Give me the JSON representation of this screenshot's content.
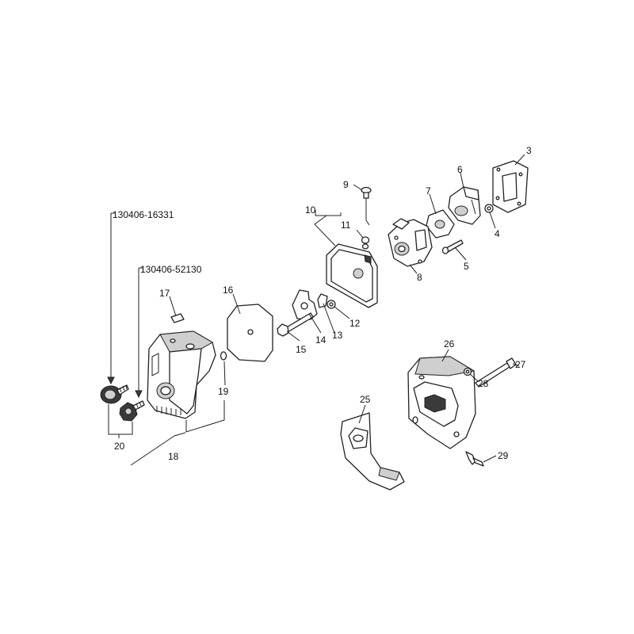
{
  "diagram": {
    "callouts": [
      {
        "id": "c3",
        "text": "3"
      },
      {
        "id": "c4",
        "text": "4"
      },
      {
        "id": "c5",
        "text": "5"
      },
      {
        "id": "c6",
        "text": "6"
      },
      {
        "id": "c7",
        "text": "7"
      },
      {
        "id": "c8",
        "text": "8"
      },
      {
        "id": "c9",
        "text": "9"
      },
      {
        "id": "c10",
        "text": "10"
      },
      {
        "id": "c11",
        "text": "11"
      },
      {
        "id": "c12",
        "text": "12"
      },
      {
        "id": "c13",
        "text": "13"
      },
      {
        "id": "c14",
        "text": "14"
      },
      {
        "id": "c15",
        "text": "15"
      },
      {
        "id": "c16",
        "text": "16"
      },
      {
        "id": "c17",
        "text": "17"
      },
      {
        "id": "c18",
        "text": "18"
      },
      {
        "id": "c19",
        "text": "19"
      },
      {
        "id": "c20",
        "text": "20"
      },
      {
        "id": "c25",
        "text": "25"
      },
      {
        "id": "c26",
        "text": "26"
      },
      {
        "id": "c27",
        "text": "27"
      },
      {
        "id": "c28",
        "text": "28"
      },
      {
        "id": "c29",
        "text": "29"
      }
    ],
    "part_refs": {
      "ref_a": "130406-16331",
      "ref_b": "130406-52130"
    }
  }
}
